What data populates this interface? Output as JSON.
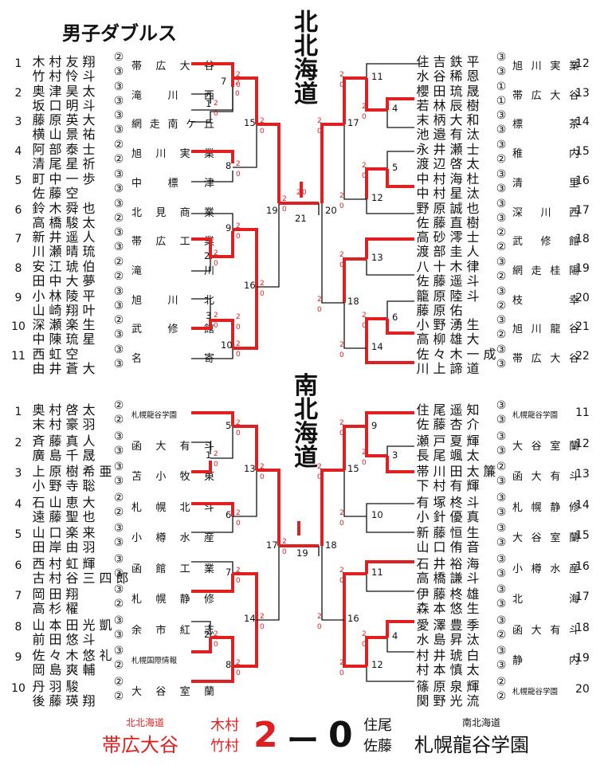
{
  "title": "男子ダブルス",
  "north": {
    "region": "北北海道",
    "left": [
      {
        "no": "1",
        "p1": "木村友翔",
        "g1": "②",
        "p2": "竹村怜斗",
        "g2": "③"
      },
      {
        "no": "2",
        "p1": "奥津昊太",
        "g1": "③",
        "p2": "坂口明斗",
        "g2": "③"
      },
      {
        "no": "3",
        "p1": "藤原英大",
        "g1": "③",
        "p2": "横山景祐",
        "g2": "③"
      },
      {
        "no": "4",
        "p1": "阿部泰士",
        "g1": "②",
        "p2": "清尾星祈",
        "g2": "②"
      },
      {
        "no": "5",
        "p1": "町中一歩",
        "g1": "③",
        "p2": "佐藤空",
        "g2": "③"
      },
      {
        "no": "6",
        "p1": "鈴木舜也",
        "g1": "③",
        "p2": "高橋駿太",
        "g2": "②"
      },
      {
        "no": "7",
        "p1": "新井遥人",
        "g1": "③",
        "p2": "川瀬晴琉",
        "g2": "③"
      },
      {
        "no": "8",
        "p1": "安江琥伯",
        "g1": "②",
        "p2": "田中大夢",
        "g1b": "",
        "g2": "②"
      },
      {
        "no": "9",
        "p1": "小林陵平",
        "g1": "③",
        "p2": "山崎翔叶",
        "g2": "③"
      },
      {
        "no": "10",
        "p1": "深瀬楽生",
        "g1": "②",
        "p2": "中陳琉星",
        "g2": "③"
      },
      {
        "no": "11",
        "p1": "西虹空",
        "g1": "③",
        "p2": "由井蒼大",
        "g2": "③"
      }
    ],
    "left_teams": [
      "帯広大谷",
      "滝川西",
      "網走南ケ丘",
      "旭川実業",
      "中標津",
      "北見商業",
      "帯広工業",
      "滝川",
      "旭川北",
      "武修館",
      "名寄"
    ],
    "right": [
      {
        "no": "12",
        "p1": "住吉鉄平",
        "g1": "③",
        "p2": "水谷稀恩",
        "g2": "③"
      },
      {
        "no": "13",
        "p1": "櫻田琉晟",
        "g1": "①",
        "p2": "若林辰樹",
        "g2": "①"
      },
      {
        "no": "14",
        "p1": "末柄大和",
        "g1": "③",
        "p2": "池邉有汰",
        "g2": "③"
      },
      {
        "no": "15",
        "p1": "永井瀬士",
        "g1": "③",
        "p2": "渡辺啓太",
        "g2": "②"
      },
      {
        "no": "16",
        "p1": "中村海杜",
        "g1": "③",
        "p2": "中村星汰",
        "g2": "③"
      },
      {
        "no": "17",
        "p1": "野原誠也",
        "g1": "③",
        "p2": "佐藤直樹",
        "g2": "③"
      },
      {
        "no": "18",
        "p1": "高砂澪士",
        "g1": "②",
        "p2": "渡部圭人",
        "g2": "②"
      },
      {
        "no": "19",
        "p1": "八十木律",
        "g1": "③",
        "p2": "佐藤遥斗",
        "g2": "②"
      },
      {
        "no": "20",
        "p1": "籠原陸斗",
        "g1": "③",
        "p2": "藤原佑",
        "g2": "②"
      },
      {
        "no": "21",
        "p1": "小野湧生",
        "g1": "③",
        "p2": "高柳雄大",
        "g2": "②"
      },
      {
        "no": "22",
        "p1": "佐々木一成",
        "g1": "③",
        "p2": "川上諦道",
        "g2": "③"
      }
    ],
    "right_teams": [
      "旭川実業",
      "帯広大谷",
      "標茶",
      "稚内",
      "清里",
      "深川西",
      "武修館",
      "網走桂陽",
      "枝幸",
      "旭川龍谷",
      "帯広大谷"
    ],
    "scores": [
      "2",
      "0"
    ]
  },
  "south": {
    "region": "南北海道",
    "left": [
      {
        "no": "1",
        "p1": "奥村啓太",
        "g1": "②",
        "p2": "末村豪羽",
        "g2": "②"
      },
      {
        "no": "2",
        "p1": "斉藤真人",
        "g1": "③",
        "p2": "廣島千晟",
        "g2": "③"
      },
      {
        "no": "3",
        "p1": "上原樹希亜",
        "g1": "③",
        "p2": "小野寺聡",
        "g2": "③"
      },
      {
        "no": "4",
        "p1": "石山恵大",
        "g1": "②",
        "p2": "遠藤聖也",
        "g2": "②"
      },
      {
        "no": "5",
        "p1": "山口楽来",
        "g1": "③",
        "p2": "田岸由羽",
        "g2": "③"
      },
      {
        "no": "6",
        "p1": "西村虹輝",
        "g1": "③",
        "p2": "古村谷三四郎",
        "g2": "③"
      },
      {
        "no": "7",
        "p1": "岡田翔",
        "g1": "③",
        "p2": "高杉櫂",
        "g2": "②"
      },
      {
        "no": "8",
        "p1": "山本田光凱",
        "g1": "③",
        "p2": "前田悠斗",
        "g2": "③"
      },
      {
        "no": "9",
        "p1": "佐々木悠礼",
        "g1": "③",
        "p2": "岡島爽輔",
        "g2": "②"
      },
      {
        "no": "10",
        "p1": "丹羽駿",
        "g1": "②",
        "p2": "後藤瑛翔",
        "g2": "②"
      }
    ],
    "left_teams": [
      "札幌龍谷学園",
      "函大有斗",
      "苫小牧東",
      "札幌北斗",
      "小樽水産",
      "函館工業",
      "札幌静修",
      "余市紅志",
      "札幌国際情報",
      "大谷室蘭"
    ],
    "right": [
      {
        "no": "11",
        "p1": "住尾遥知",
        "g1": "③",
        "p2": "佐藤杏介",
        "g2": "③"
      },
      {
        "no": "12",
        "p1": "瀬戸夏輝",
        "g1": "③",
        "p2": "長尾颯太",
        "g2": "③"
      },
      {
        "no": "13",
        "p1": "帯川田太簾",
        "g1": "②",
        "p2": "下村有輝",
        "g2": "③"
      },
      {
        "no": "14",
        "p1": "有塚柊斗",
        "g1": "③",
        "p2": "小針優真",
        "g2": "③"
      },
      {
        "no": "15",
        "p1": "新藤恒生",
        "g1": "③",
        "p2": "山口侑音",
        "g2": "③"
      },
      {
        "no": "16",
        "p1": "石井裕海",
        "g1": "③",
        "p2": "高橋謙斗",
        "g2": "③"
      },
      {
        "no": "17",
        "p1": "伊藤柊雄",
        "g1": "③",
        "p2": "森本悠生",
        "g2": "③"
      },
      {
        "no": "18",
        "p1": "愛澤豊季",
        "g1": "③",
        "p2": "水島昇汰",
        "g2": "②"
      },
      {
        "no": "19",
        "p1": "村井琥白",
        "g1": "③",
        "p2": "村本慎太",
        "g2": "③"
      },
      {
        "no": "20",
        "p1": "篠原泉輝",
        "g1": "②",
        "p2": "関野光流",
        "g2": "②"
      }
    ],
    "right_teams": [
      "札幌龍谷学園",
      "大谷室蘭",
      "函大有斗",
      "札幌静修",
      "大谷室蘭",
      "小樽水産",
      "北海",
      "函大有斗",
      "静内",
      "札幌龍谷学園"
    ],
    "scores": [
      "2",
      "0"
    ]
  },
  "footer": {
    "left_region": "北北海道",
    "left_team": "帯広大谷",
    "left_p1": "木村",
    "left_p2": "竹村",
    "score_left": "2",
    "dash": "ー",
    "score_right": "0",
    "right_p1": "住尾",
    "right_p2": "佐藤",
    "right_region": "南北海道",
    "right_team": "札幌龍谷学園"
  },
  "colors": {
    "accent": "#e02020",
    "text": "#111111"
  }
}
